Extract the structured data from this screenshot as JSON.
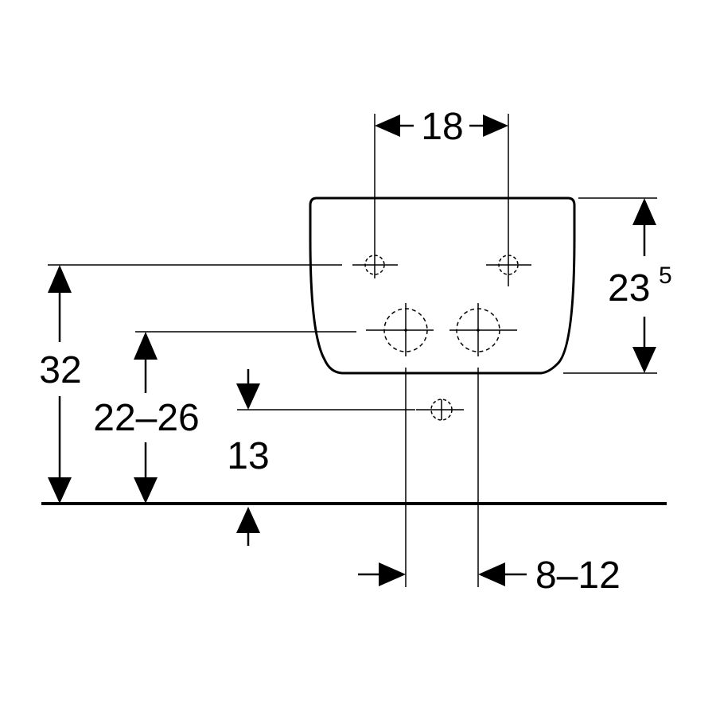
{
  "diagram": {
    "dimensions": {
      "top_width": {
        "label": "18"
      },
      "tank_height": {
        "label": "23",
        "superscript": "5"
      },
      "inlet_height": {
        "label": "32"
      },
      "outlet_height": {
        "label": "22–26"
      },
      "bottom_connection": {
        "label": "13"
      },
      "outlet_offset": {
        "label": "8–12"
      }
    },
    "colors": {
      "line": "#000000",
      "background": "#ffffff"
    }
  }
}
